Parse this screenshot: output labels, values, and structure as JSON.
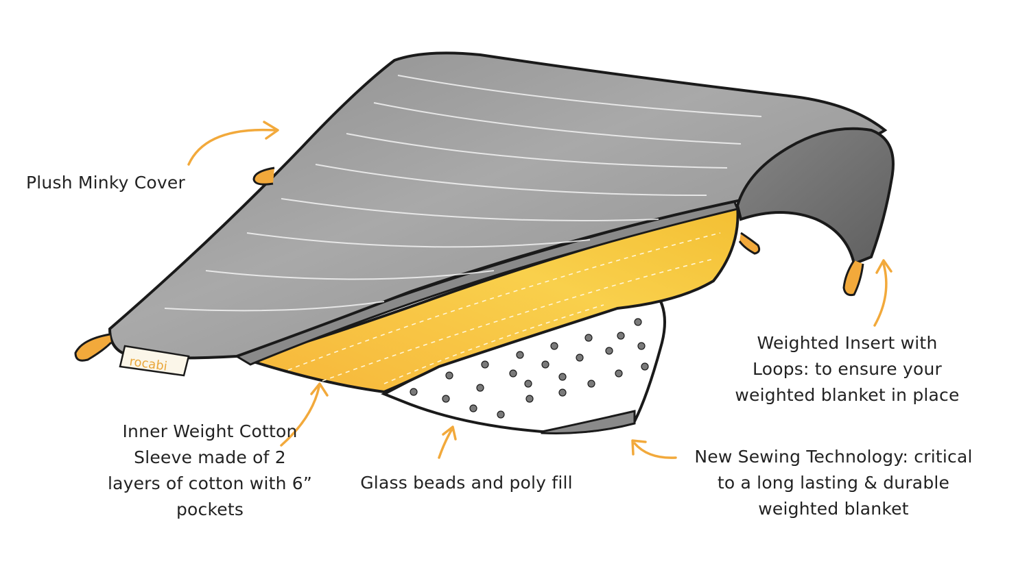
{
  "brand": {
    "tag_text": "rocabi"
  },
  "colors": {
    "cover_gray": "#9a9a9a",
    "cover_dark": "#6f6f6f",
    "insert_yellow": "#f7c23a",
    "arrow_orange": "#f2a93b",
    "outline": "#1a1a1a"
  },
  "annotations": {
    "cover": {
      "lines": [
        "Plush Minky Cover"
      ]
    },
    "sleeve": {
      "lines": [
        "Inner Weight Cotton",
        "Sleeve made of 2",
        "layers of cotton with 6”",
        "pockets"
      ]
    },
    "beads": {
      "lines": [
        "Glass beads and poly fill"
      ]
    },
    "sewing": {
      "lines": [
        "New Sewing Technology: critical",
        "to a long lasting & durable",
        "weighted blanket"
      ]
    },
    "insert": {
      "lines": [
        "Weighted Insert with",
        "Loops: to ensure your",
        "weighted blanket in place"
      ]
    }
  }
}
